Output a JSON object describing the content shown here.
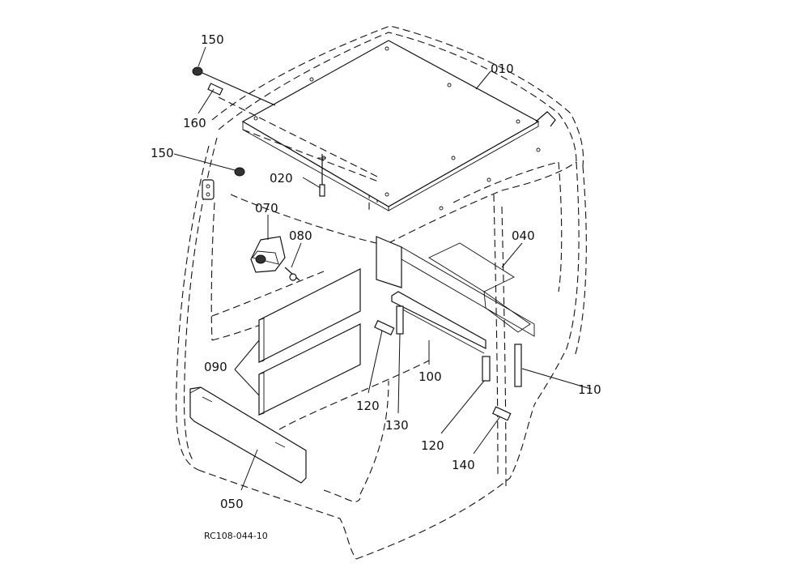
{
  "drawing_code": "RC108-044-10",
  "parts": [
    {
      "id": "p010",
      "number": "010"
    },
    {
      "id": "p020",
      "number": "020"
    },
    {
      "id": "p040",
      "number": "040"
    },
    {
      "id": "p050",
      "number": "050"
    },
    {
      "id": "p070",
      "number": "070"
    },
    {
      "id": "p080",
      "number": "080"
    },
    {
      "id": "p090",
      "number": "090"
    },
    {
      "id": "p100",
      "number": "100"
    },
    {
      "id": "p110",
      "number": "110"
    },
    {
      "id": "p120a",
      "number": "120"
    },
    {
      "id": "p120b",
      "number": "120"
    },
    {
      "id": "p130",
      "number": "130"
    },
    {
      "id": "p140",
      "number": "140"
    },
    {
      "id": "p150a",
      "number": "150"
    },
    {
      "id": "p150b",
      "number": "150"
    },
    {
      "id": "p160",
      "number": "160"
    }
  ]
}
